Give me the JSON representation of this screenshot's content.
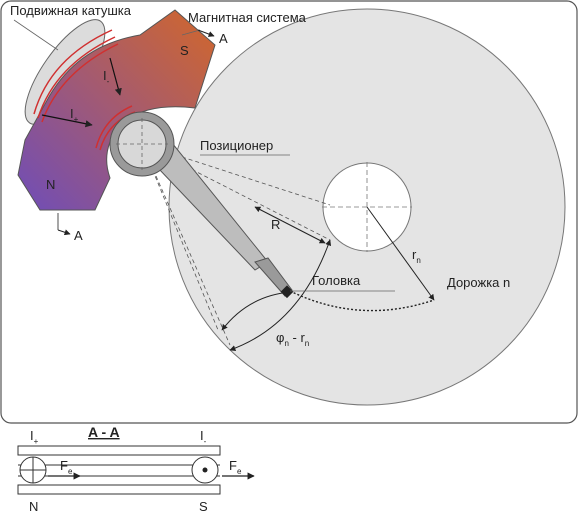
{
  "labels": {
    "moving_coil": "Подвижная катушка",
    "magnet_system": "Магнитная система",
    "positioner": "Позиционер",
    "head": "Головка",
    "track": "Дорожка n",
    "radius": "R",
    "track_radius": "r",
    "track_radius_sub": "n",
    "angle": "φ",
    "angle_sub": "n",
    "angle_rest": " - r",
    "angle_rest_sub": "n",
    "current": "I",
    "current_plus": "+",
    "current_minus": "-",
    "pole_s": "S",
    "pole_n": "N",
    "section_mark": "A"
  },
  "section": {
    "title": "A - A",
    "current_left": "I",
    "current_left_sub": "+",
    "current_right": "I",
    "current_right_sub": "-",
    "force": "F",
    "force_sub": "e",
    "pole_n": "N",
    "pole_s": "S"
  },
  "colors": {
    "disk": "#e4e4e4",
    "magnet_s": "#cc6630",
    "magnet_n": "#7a4fb0",
    "coil_wire": "#d03030",
    "arm": "#c0c0c0",
    "frame": "#ffffff"
  }
}
